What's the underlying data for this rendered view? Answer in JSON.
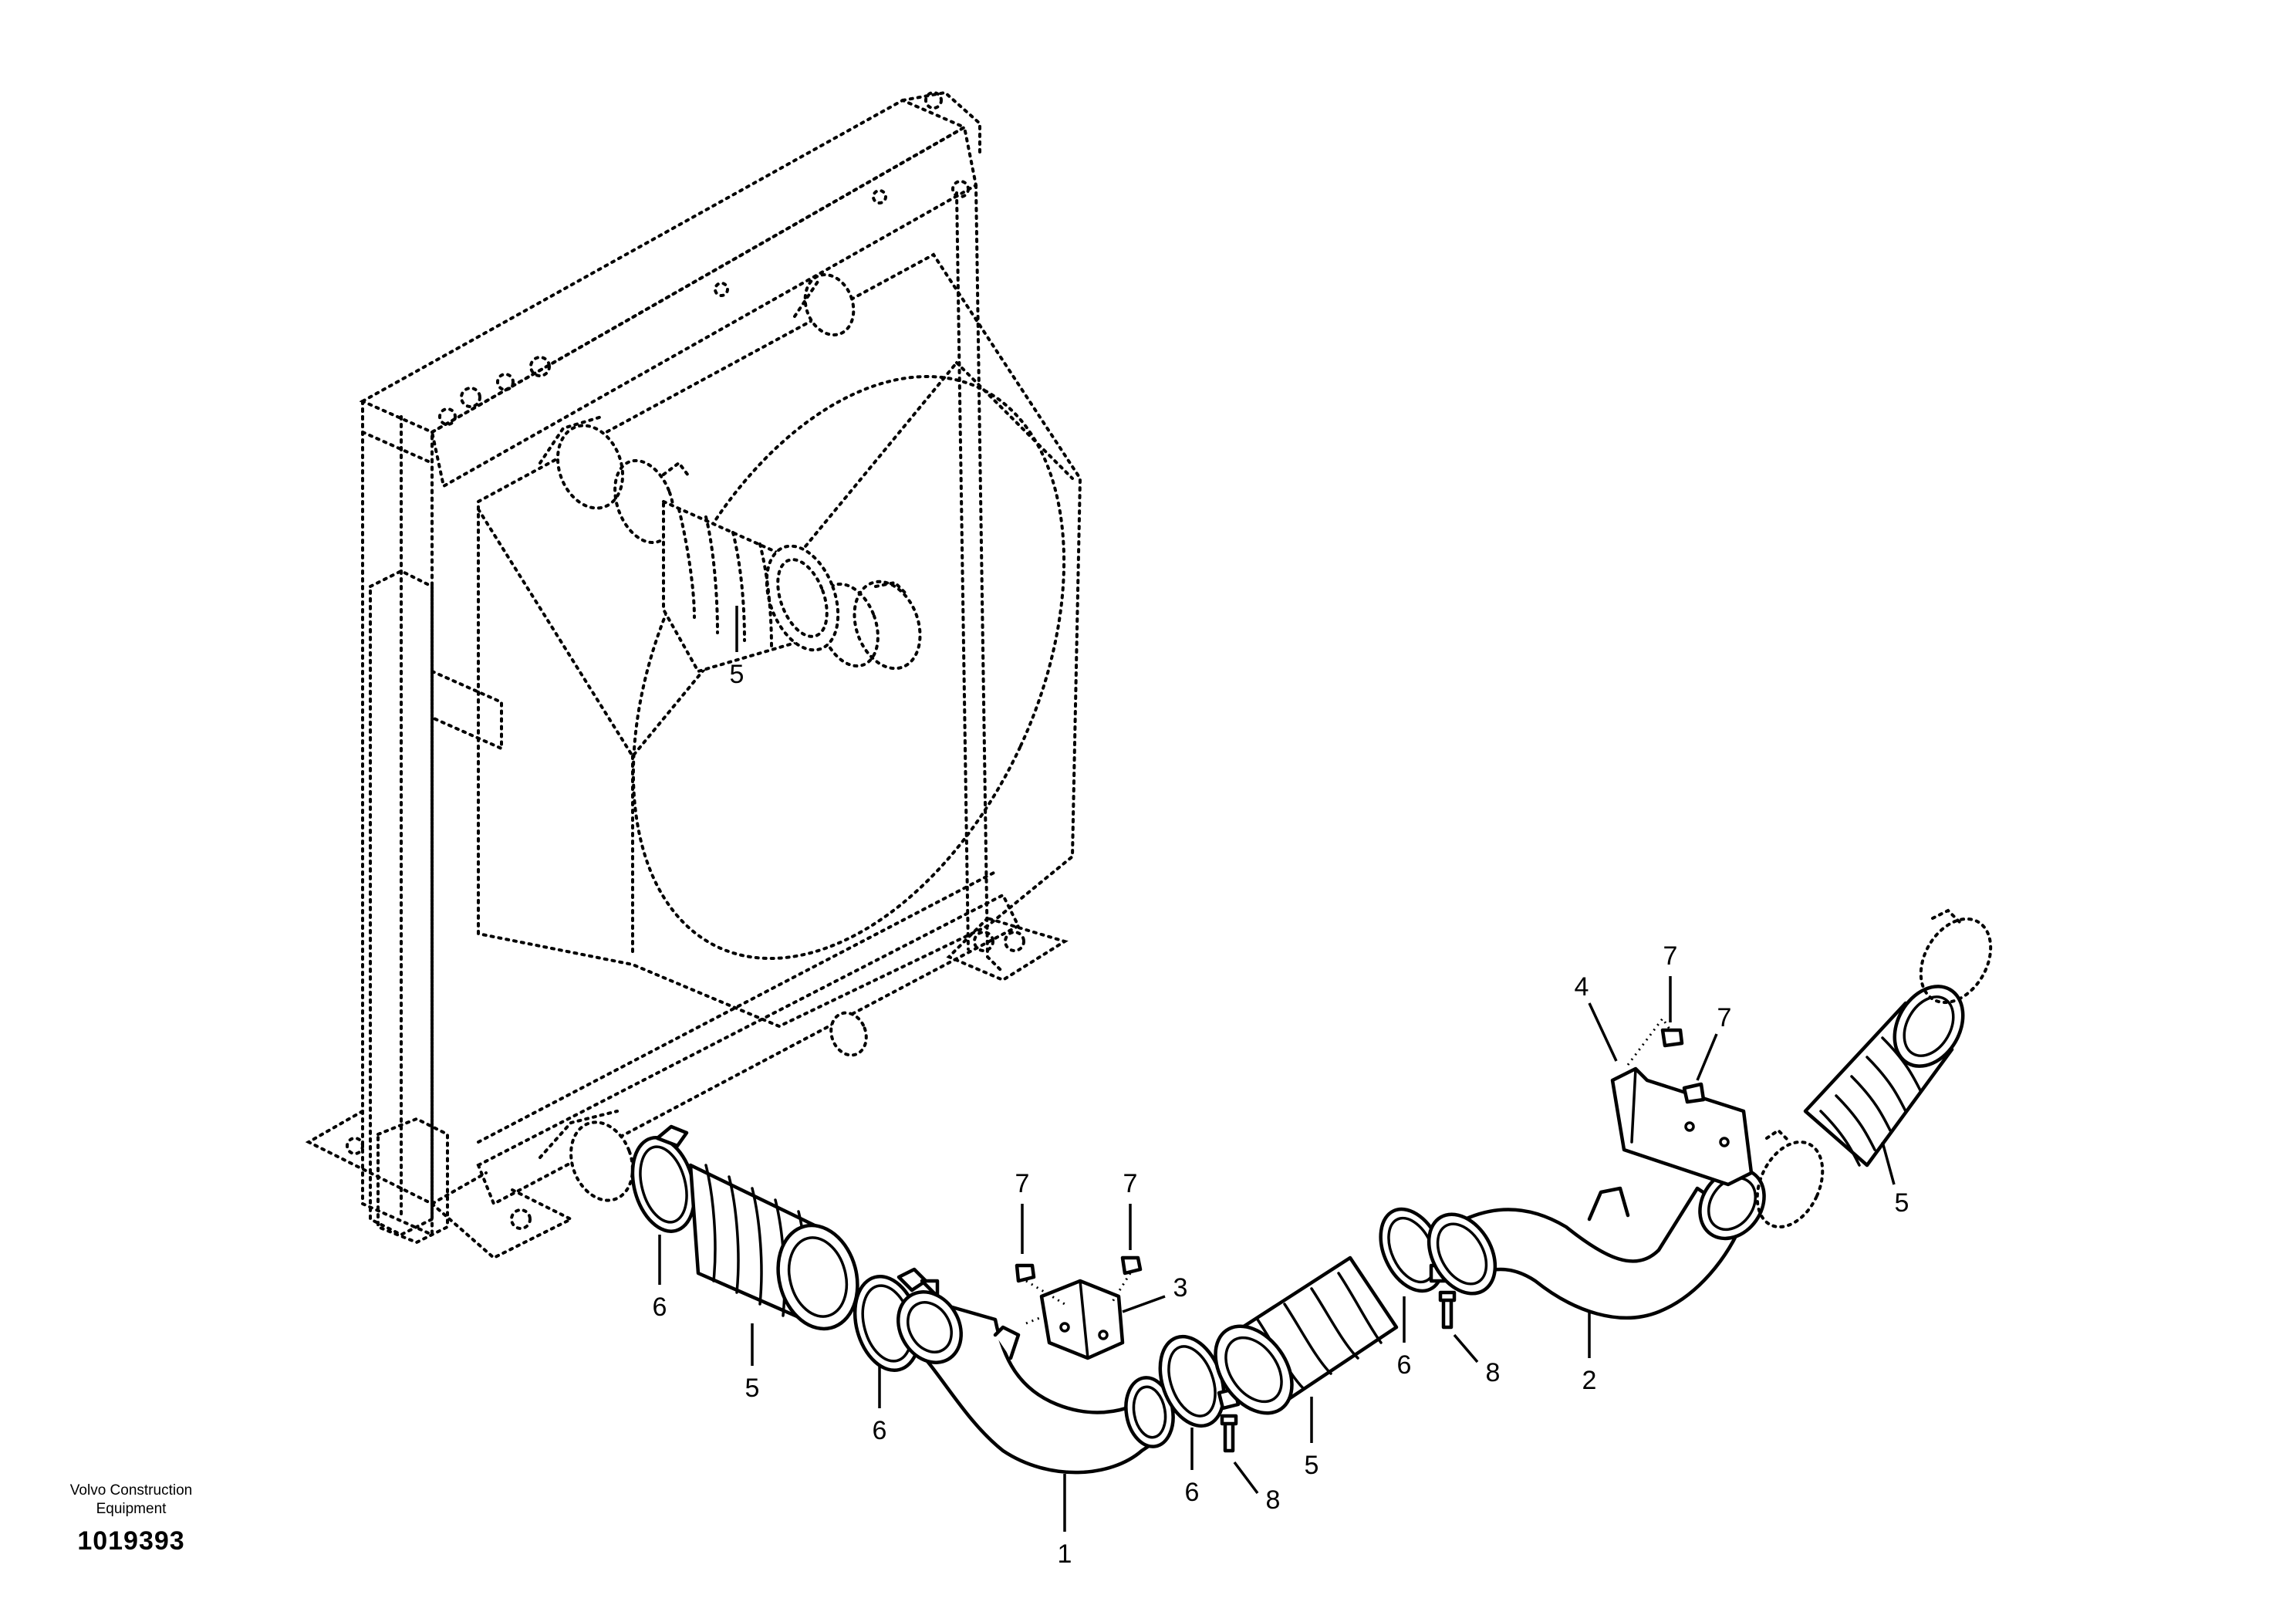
{
  "footer": {
    "company_line1": "Volvo Construction",
    "company_line2": "Equipment",
    "document_number": "1019393"
  },
  "callouts": {
    "c1": "1",
    "c2": "2",
    "c3": "3",
    "c4": "4",
    "c5_top": "5",
    "c5_left": "5",
    "c5_mid": "5",
    "c5_right": "5",
    "c6_a": "6",
    "c6_b": "6",
    "c6_c": "6",
    "c6_d": "6",
    "c7_a": "7",
    "c7_b": "7",
    "c7_c": "7",
    "c7_d": "7",
    "c8_a": "8",
    "c8_b": "8"
  }
}
